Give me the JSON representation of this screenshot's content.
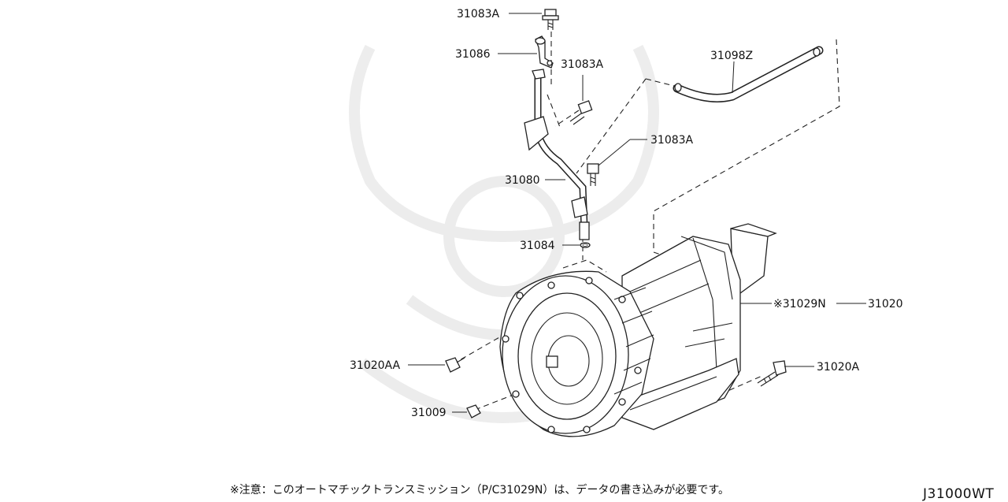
{
  "diagram": {
    "parts": {
      "bolt_top": "31083A",
      "bracket": "31086",
      "bolt_mid": "31083A",
      "breather_hose": "31098Z",
      "bolt_lower": "31083A",
      "dipstick_tube": "31080",
      "o_ring": "31084",
      "transmission": "※31029N",
      "transmission_assy": "31020",
      "bolt_left": "31020AA",
      "bolt_right": "31020A",
      "drain_plug": "31009"
    },
    "note": "※注意：このオートマチックトランスミッション（P/C31029N）は、データの書き込みが必要です。",
    "diagram_code": "J31000WT"
  }
}
